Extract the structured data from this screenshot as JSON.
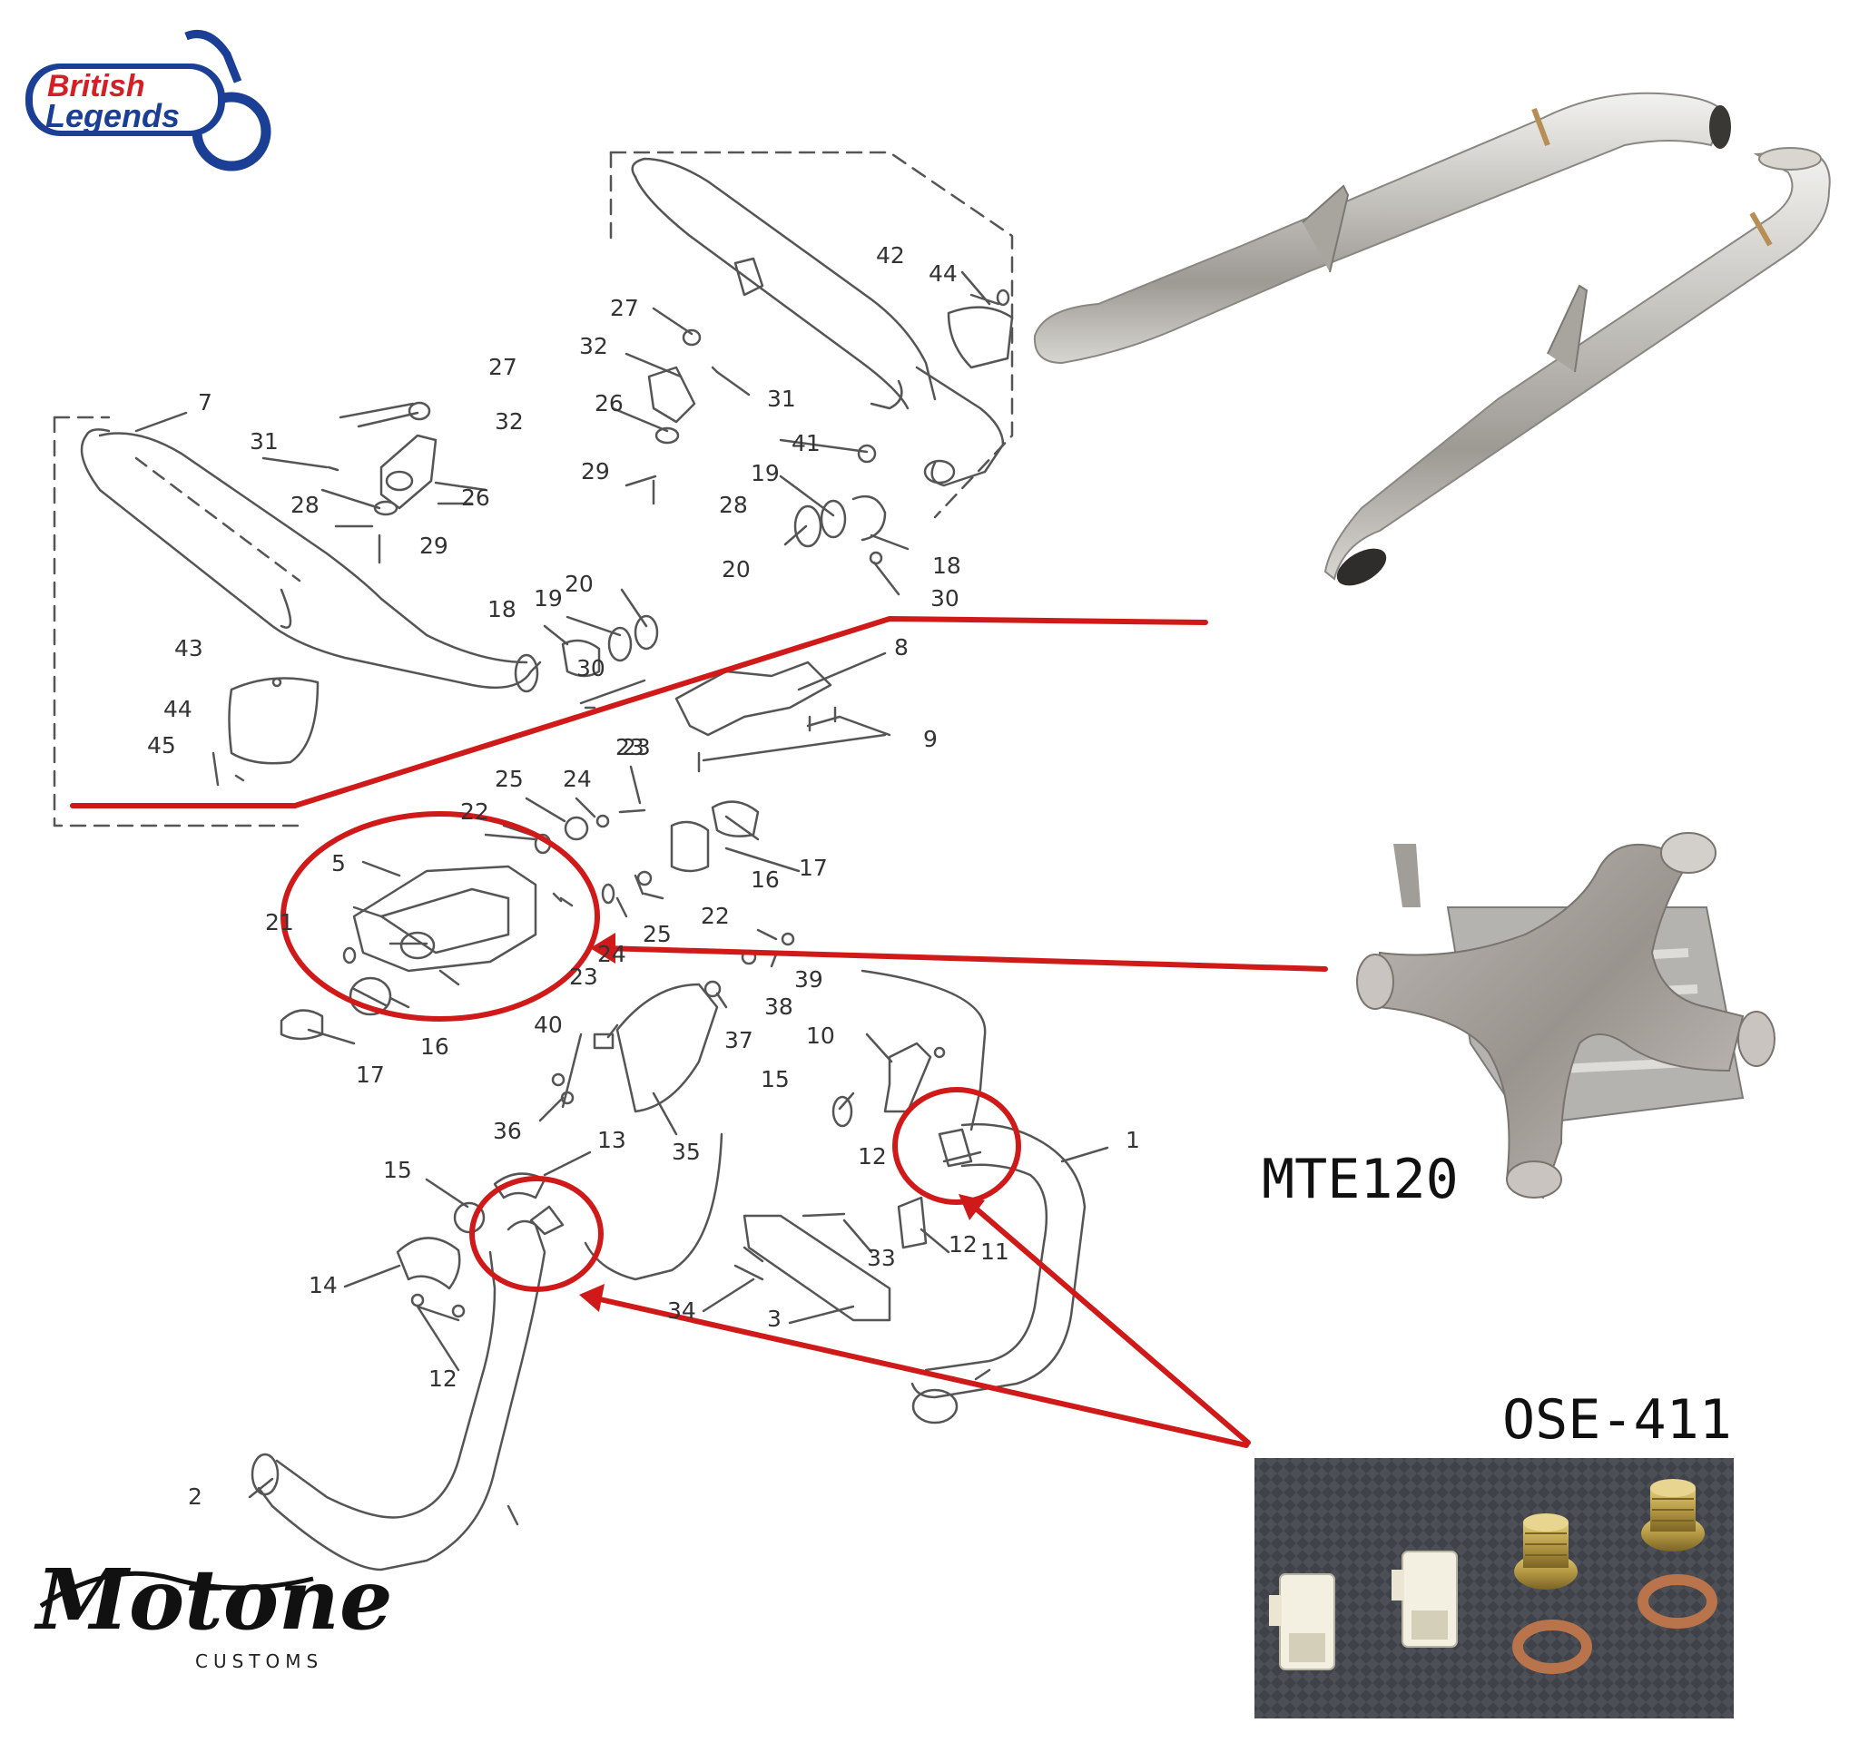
{
  "brand": {
    "top_left_logo_line1": "British",
    "top_left_logo_line2": "Legends",
    "bottom_left_logo_script": "Motone",
    "bottom_left_logo_sub": "CUSTOMS"
  },
  "products": {
    "xpipe_label": "MTE120",
    "sensor_kit_label": "OSE-411"
  },
  "callouts": [
    "1",
    "2",
    "3",
    "5",
    "7",
    "8",
    "9",
    "10",
    "11",
    "12",
    "12",
    "12",
    "13",
    "14",
    "15",
    "15",
    "16",
    "16",
    "17",
    "17",
    "18",
    "18",
    "19",
    "19",
    "20",
    "20",
    "21",
    "22",
    "22",
    "23",
    "23",
    "23",
    "24",
    "24",
    "25",
    "25",
    "26",
    "26",
    "27",
    "27",
    "28",
    "28",
    "29",
    "29",
    "30",
    "30",
    "31",
    "31",
    "32",
    "32",
    "33",
    "34",
    "35",
    "36",
    "37",
    "38",
    "39",
    "40",
    "41",
    "42",
    "43",
    "44",
    "44",
    "45"
  ],
  "colors": {
    "accent_red": "#d01a1a",
    "line_art": "#555555",
    "logo_red": "#d32027",
    "logo_blue": "#1b3f94"
  }
}
